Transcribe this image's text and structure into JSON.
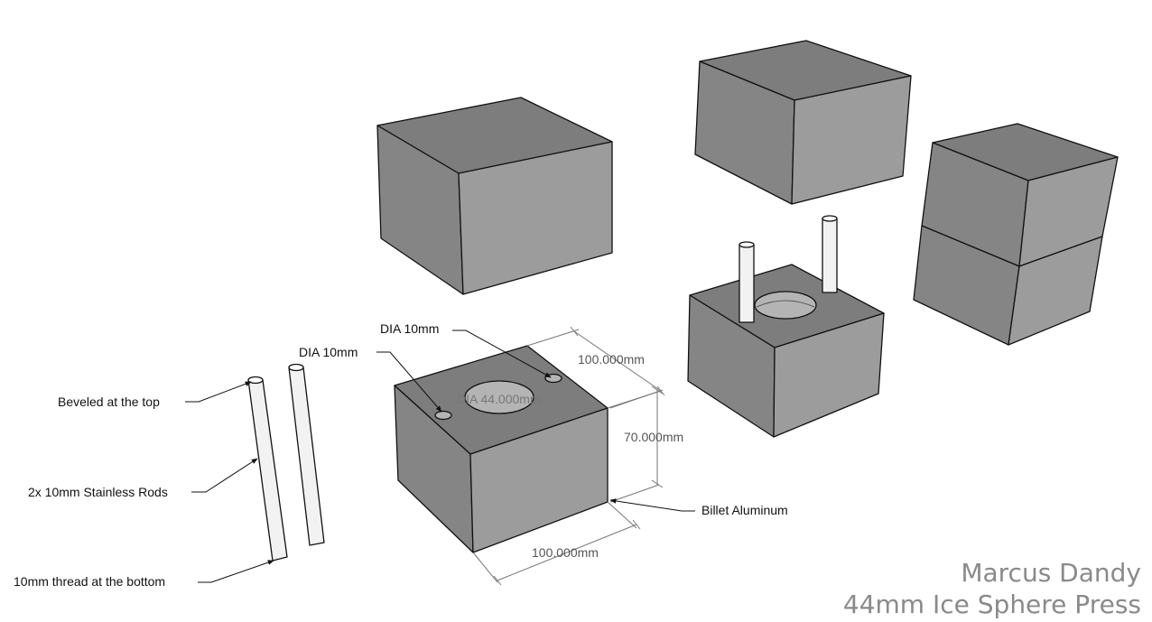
{
  "colors": {
    "top_face": "#7d7d7d",
    "left_face": "#858585",
    "right_face": "#9c9c9c",
    "hole": "#b4b4b4",
    "rod": "#f2f2f2",
    "signature": "#8a8a8a"
  },
  "annotations": {
    "beveled_top": "Beveled at the top",
    "stainless_rods": "2x 10mm Stainless Rods",
    "thread_bottom": "10mm thread at the bottom",
    "dia_hole_left": "DIA 10mm",
    "dia_hole_right": "DIA 10mm",
    "billet_aluminum": "Billet Aluminum"
  },
  "dimensions": {
    "width_top": "100.000mm",
    "height": "70.000mm",
    "width_bottom": "100.000mm",
    "sphere_dia": "DIA 44.000mm"
  },
  "credits": {
    "author": "Marcus Dandy",
    "title": "44mm Ice Sphere Press"
  }
}
